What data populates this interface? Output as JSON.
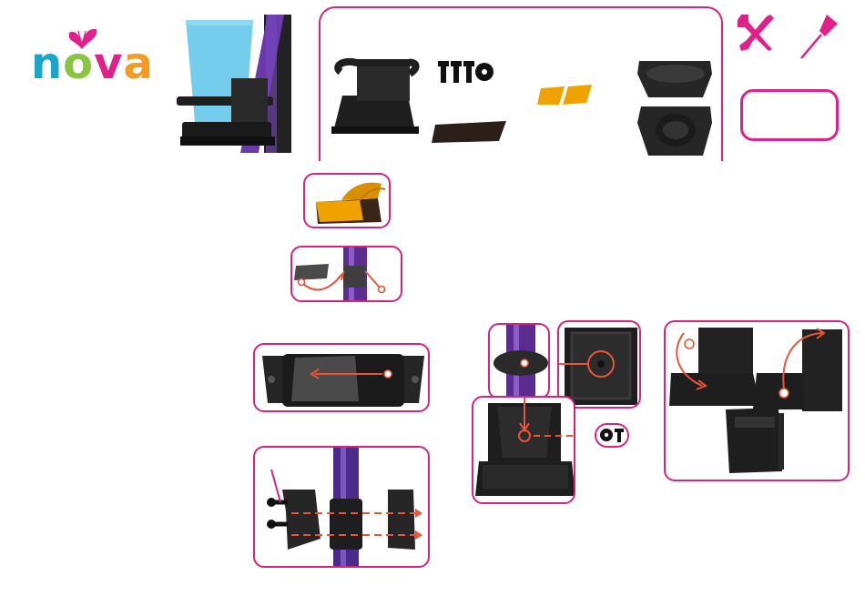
{
  "brand": {
    "logo_letters": [
      "n",
      "o",
      "v",
      "a"
    ],
    "logo_colors": {
      "n": "#1aa6c9",
      "o": "#8ac440",
      "v": "#e0218a",
      "a": "#f59a23"
    },
    "butterfly_color": "#e0218a"
  },
  "icons": {
    "tools": "wrench-and-screwdriver-icon",
    "screwdriver": "phillips-screwdriver-icon"
  },
  "colors": {
    "accent_border": "#d6247d",
    "arrow": "#e8553a",
    "frame_purple": "#5b2d91",
    "plastic_black": "#1f1f1f",
    "adhesive_orange": "#f0a200",
    "cup_blue": "#5cc4ea"
  }
}
